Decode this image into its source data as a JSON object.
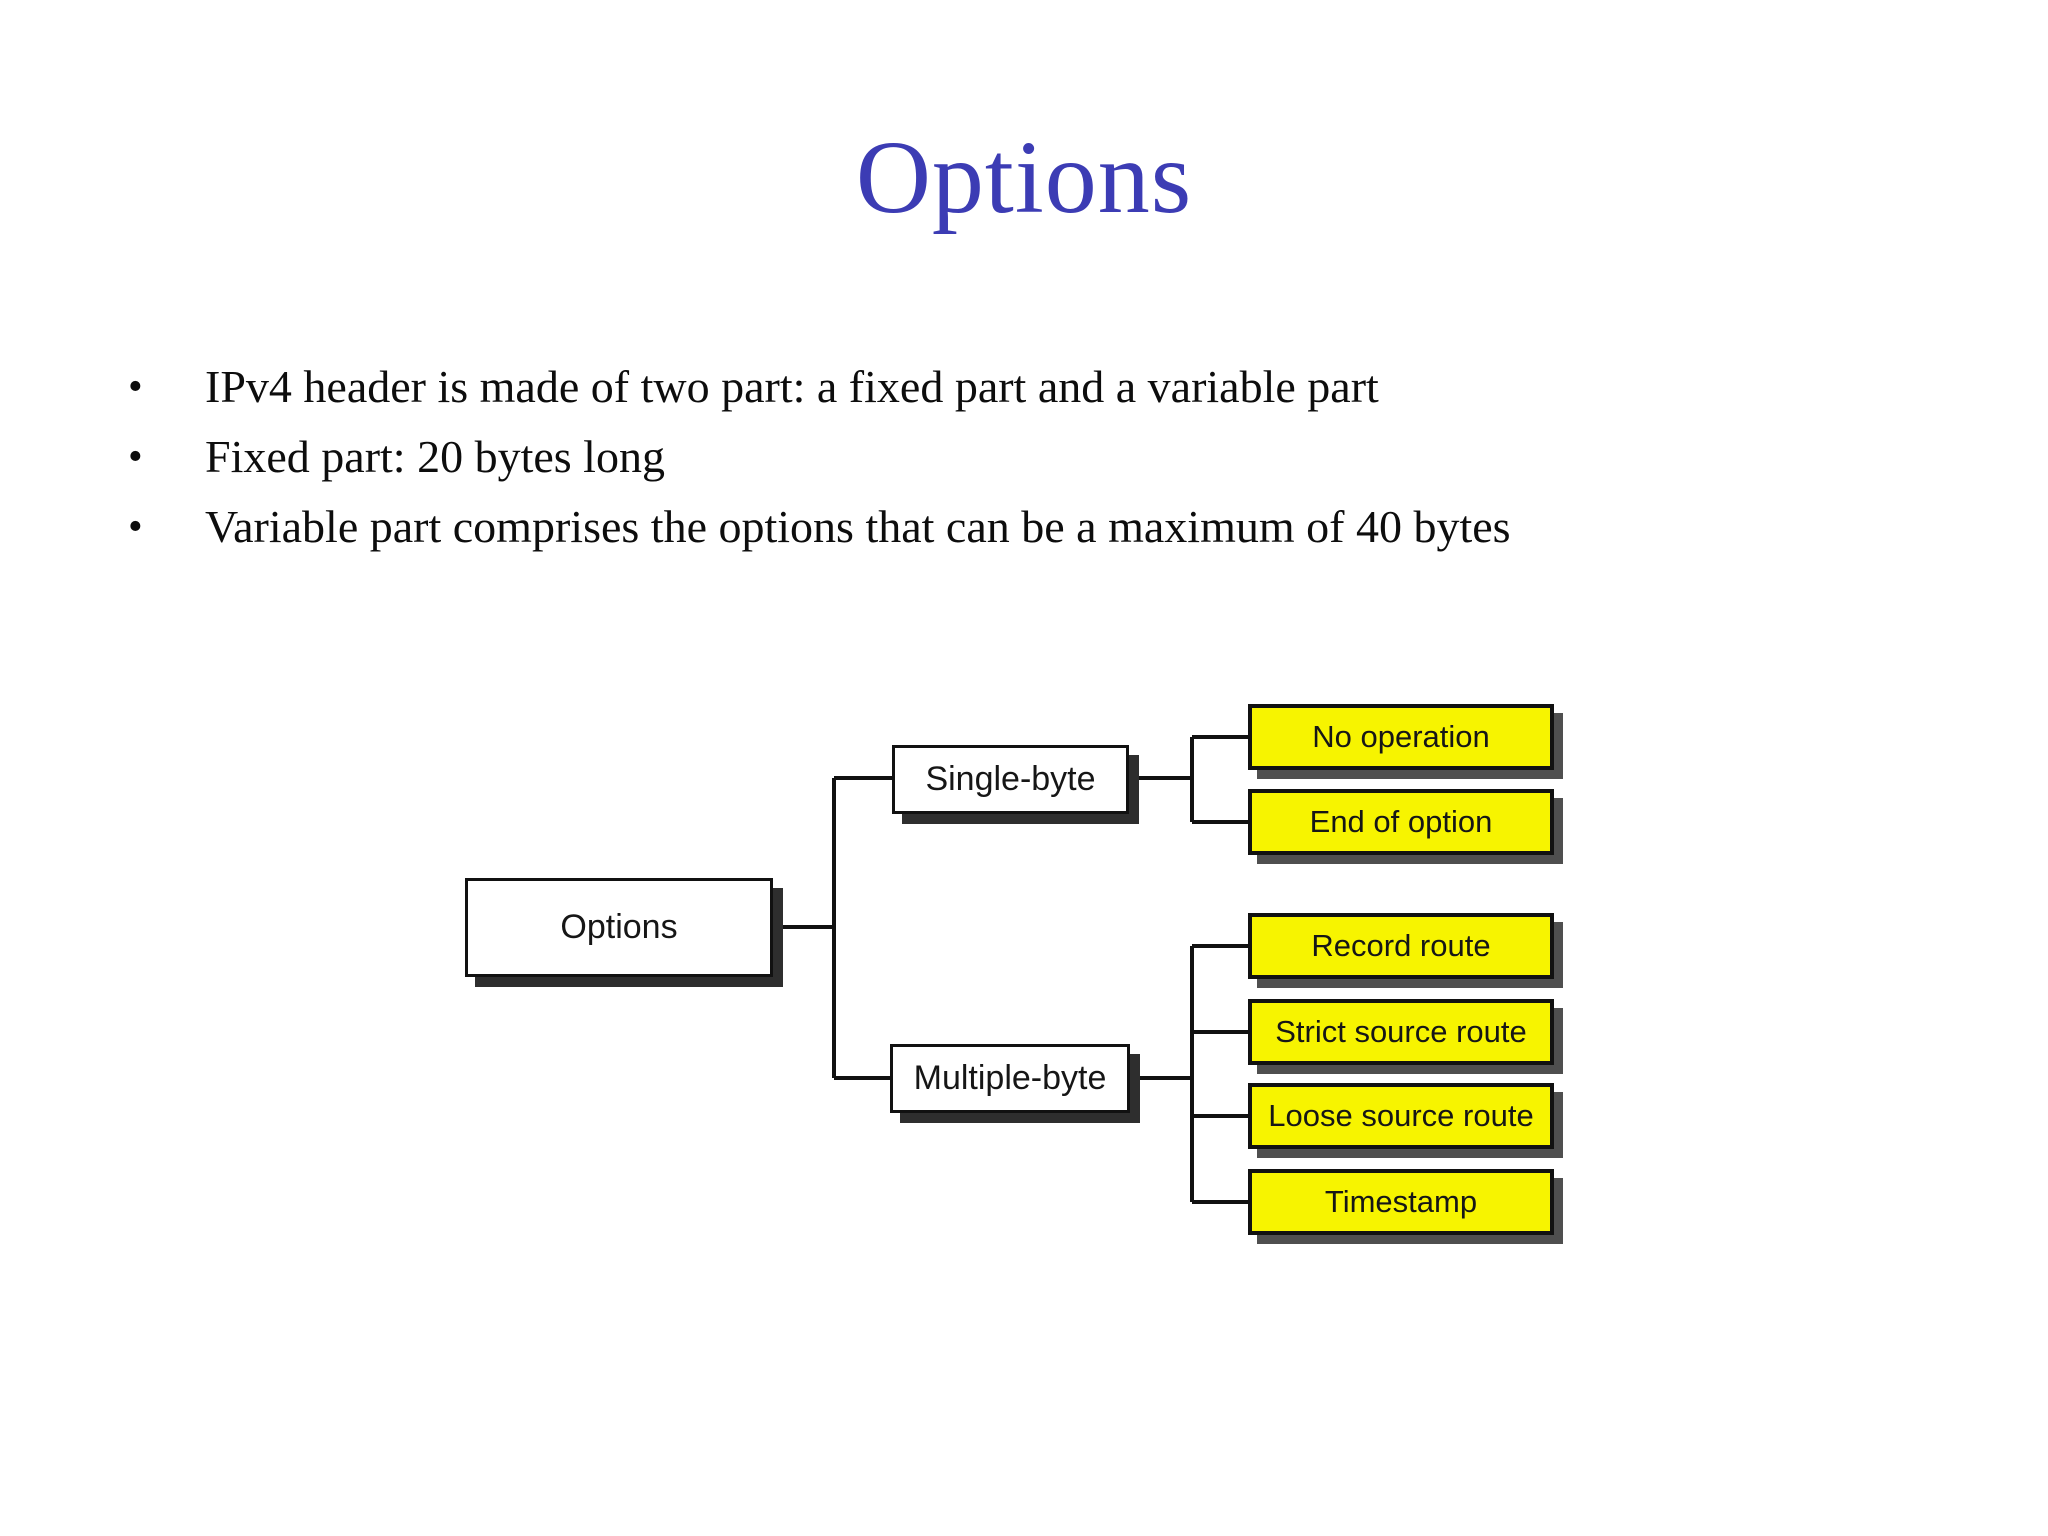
{
  "slide": {
    "title": "Options",
    "bullets": [
      "IPv4 header is made of two part: a fixed part and a variable part",
      "Fixed part: 20 bytes long",
      "Variable part comprises the options that can be a maximum of 40 bytes"
    ]
  },
  "diagram": {
    "root": {
      "label": "Options"
    },
    "branches": [
      {
        "label": "Single-byte",
        "children": [
          "No operation",
          "End of option"
        ]
      },
      {
        "label": "Multiple-byte",
        "children": [
          "Record route",
          "Strict source route",
          "Loose source route",
          "Timestamp"
        ]
      }
    ],
    "colors": {
      "title_text": "#3C3CB4",
      "leaf_fill": "#F7F400",
      "branch_fill": "#FFFFFF",
      "border": "#111111",
      "connector": "#111111",
      "shadow": "#2E2E2E"
    }
  }
}
